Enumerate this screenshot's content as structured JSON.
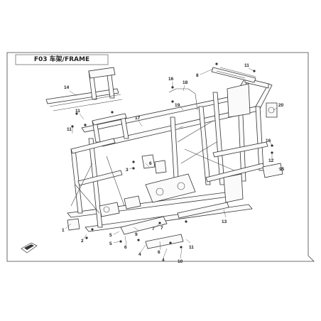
{
  "diagram": {
    "title": "F03 车架/FRAME",
    "labels": [
      {
        "id": "l1",
        "text": "1"
      },
      {
        "id": "l2",
        "text": "2"
      },
      {
        "id": "l3",
        "text": "3"
      },
      {
        "id": "l4a",
        "text": "4"
      },
      {
        "id": "l4b",
        "text": "4"
      },
      {
        "id": "l5a",
        "text": "5"
      },
      {
        "id": "l5b",
        "text": "5"
      },
      {
        "id": "l6a",
        "text": "6"
      },
      {
        "id": "l6b",
        "text": "6"
      },
      {
        "id": "l6c",
        "text": "6"
      },
      {
        "id": "l7a",
        "text": "7"
      },
      {
        "id": "l7b",
        "text": "7"
      },
      {
        "id": "l8",
        "text": "8"
      },
      {
        "id": "l9",
        "text": "9"
      },
      {
        "id": "l10",
        "text": "10"
      },
      {
        "id": "l11a",
        "text": "11"
      },
      {
        "id": "l11b",
        "text": "11"
      },
      {
        "id": "l11c",
        "text": "11"
      },
      {
        "id": "l11d",
        "text": "11"
      },
      {
        "id": "l12",
        "text": "12"
      },
      {
        "id": "l13",
        "text": "13"
      },
      {
        "id": "l14",
        "text": "14"
      },
      {
        "id": "l15",
        "text": "15"
      },
      {
        "id": "l16a",
        "text": "16"
      },
      {
        "id": "l16b",
        "text": "16"
      },
      {
        "id": "l17",
        "text": "17"
      },
      {
        "id": "l18",
        "text": "18"
      },
      {
        "id": "l19",
        "text": "19"
      },
      {
        "id": "l20",
        "text": "20"
      }
    ]
  }
}
